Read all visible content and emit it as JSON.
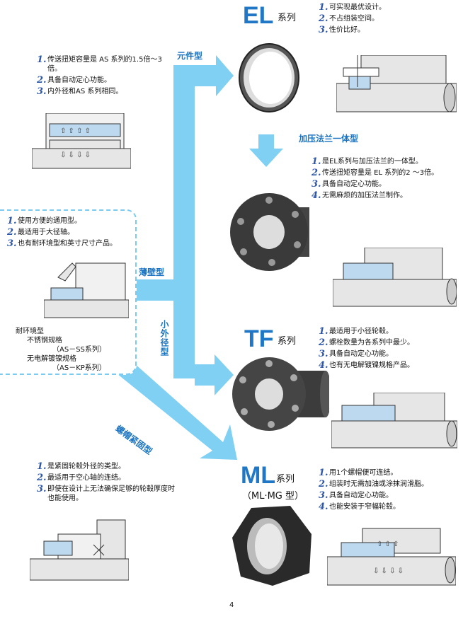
{
  "el": {
    "code": "EL",
    "suffix": "系列",
    "items": [
      "可实现最优设计。",
      "不占组装空间。",
      "性价比好。"
    ]
  },
  "left_top": {
    "items": [
      "传送扭矩容量是 AS 系列的1.5倍～3倍。",
      "具备自动定心功能。",
      "内外径和AS 系列相同。"
    ]
  },
  "label_component": "元件型",
  "label_flange": "加压法兰一体型",
  "flange_items": [
    "是EL系列与加压法兰的一体型。",
    "传送扭矩容量是 EL 系列的2 ～3倍。",
    "具备自动定心功能。",
    "无需麻烦的加压法兰制作。"
  ],
  "general_box": {
    "items": [
      "使用方便的通用型。",
      "最适用于大径轴。",
      "也有耐环境型和英寸尺寸产品。"
    ],
    "env_title": "耐环境型",
    "env_lines": [
      "不锈钢规格",
      "（AS－SS系列）",
      "无电解镀镍规格",
      "（AS－KP系列）"
    ]
  },
  "label_thin": "薄壁型",
  "label_small_od": "小外径型",
  "tf": {
    "code": "TF",
    "suffix": "系列",
    "items": [
      "最适用于小径轮毂。",
      "螺栓数量为各系列中最少。",
      "具备自动定心功能。",
      "也有无电解镀镍规格产品。"
    ]
  },
  "label_nut": "螺帽紧固型",
  "left_bottom": {
    "items": [
      "是紧固轮毂外径的类型。",
      "最适用于空心轴的连结。",
      "即使在设计上无法确保足够的轮毂厚度时也能使用。"
    ]
  },
  "ml": {
    "code": "ML",
    "suffix": "系列",
    "sub": "（ML·MG 型）",
    "items": [
      "用1个螺帽便可连结。",
      "组装时无需加油或涂抹润滑脂。",
      "具备自动定心功能。",
      "也能安装于窄幅轮毂。"
    ]
  },
  "page_number": "4",
  "colors": {
    "arrow": "#7fd0f2",
    "accent": "#1f77c5",
    "number": "#2f57a6"
  }
}
